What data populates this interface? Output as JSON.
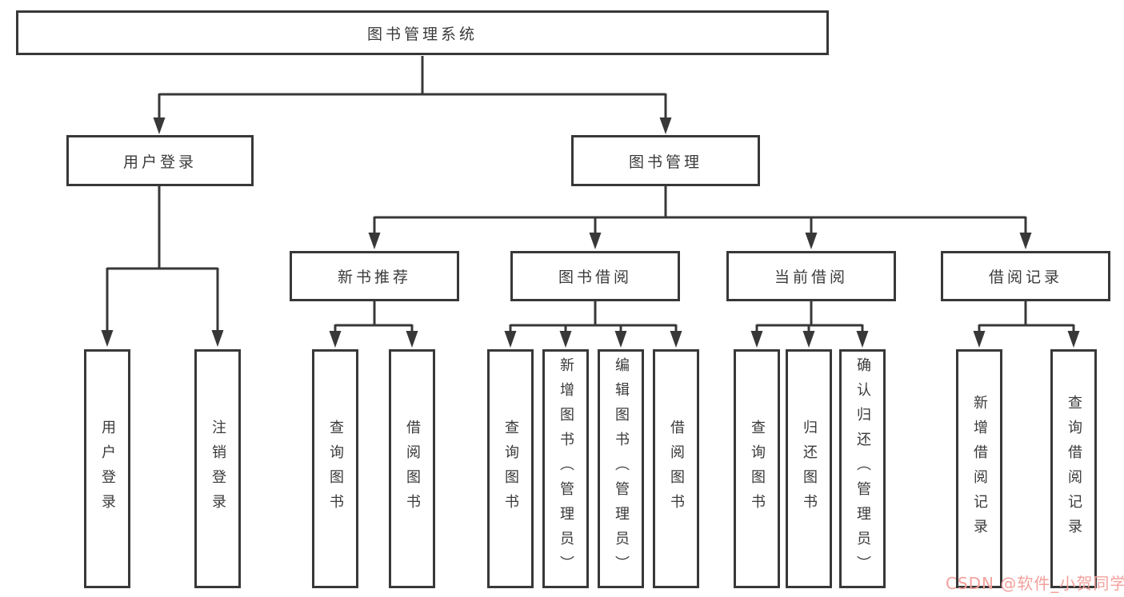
{
  "tree": {
    "root": {
      "label": "图书管理系统"
    },
    "user_branch": {
      "label": "用户登录",
      "children": [
        {
          "label": "用户登录"
        },
        {
          "label": "注销登录"
        }
      ]
    },
    "mgmt_branch": {
      "label": "图书管理",
      "sections": [
        {
          "label": "新书推荐",
          "children": [
            {
              "label": "查询图书"
            },
            {
              "label": "借阅图书"
            }
          ]
        },
        {
          "label": "图书借阅",
          "children": [
            {
              "label": "查询图书"
            },
            {
              "label": "新增图书（管理员）"
            },
            {
              "label": "编辑图书（管理员）"
            },
            {
              "label": "借阅图书"
            }
          ]
        },
        {
          "label": "当前借阅",
          "children": [
            {
              "label": "查询图书"
            },
            {
              "label": "归还图书"
            },
            {
              "label": "确认归还（管理员）"
            }
          ]
        },
        {
          "label": "借阅记录",
          "children": [
            {
              "label": "新增借阅记录"
            },
            {
              "label": "查询借阅记录"
            }
          ]
        }
      ]
    }
  },
  "watermark": {
    "text": "CSDN @软件_小贺同学"
  },
  "colors": {
    "line": "#383838",
    "text": "#3a3a3a",
    "watermark": "#f2a19c",
    "background": "#ffffff"
  }
}
